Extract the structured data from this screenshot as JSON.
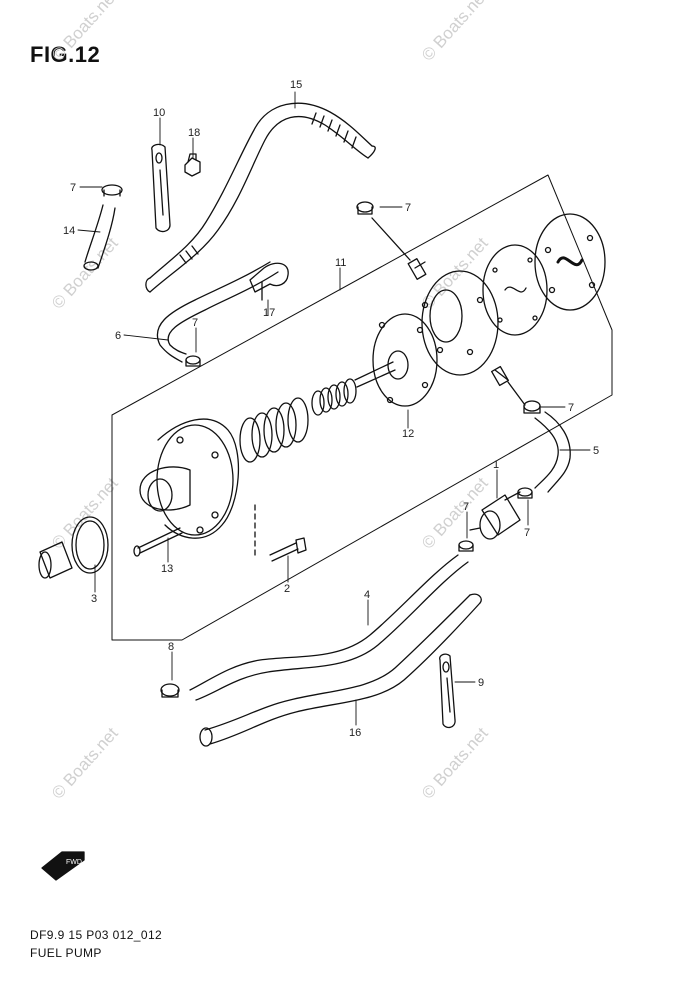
{
  "figure": {
    "title": "FIG.12",
    "drawing_code": "DF9.9 15 P03 012_012",
    "name": "FUEL PUMP",
    "watermark": "© Boats.net"
  },
  "callouts": {
    "c1": "1",
    "c2": "2",
    "c3": "3",
    "c4": "4",
    "c5": "5",
    "c6": "6",
    "c7a": "7",
    "c7b": "7",
    "c7c": "7",
    "c7d": "7",
    "c7e": "7",
    "c7f": "7",
    "c8": "8",
    "c9": "9",
    "c10": "10",
    "c11": "11",
    "c12": "12",
    "c13": "13",
    "c14": "14",
    "c15": "15",
    "c16": "16",
    "c17": "17",
    "c18": "18"
  },
  "icons": {
    "front_arrow": "fwd-arrow-icon",
    "front_label": "FWD"
  }
}
